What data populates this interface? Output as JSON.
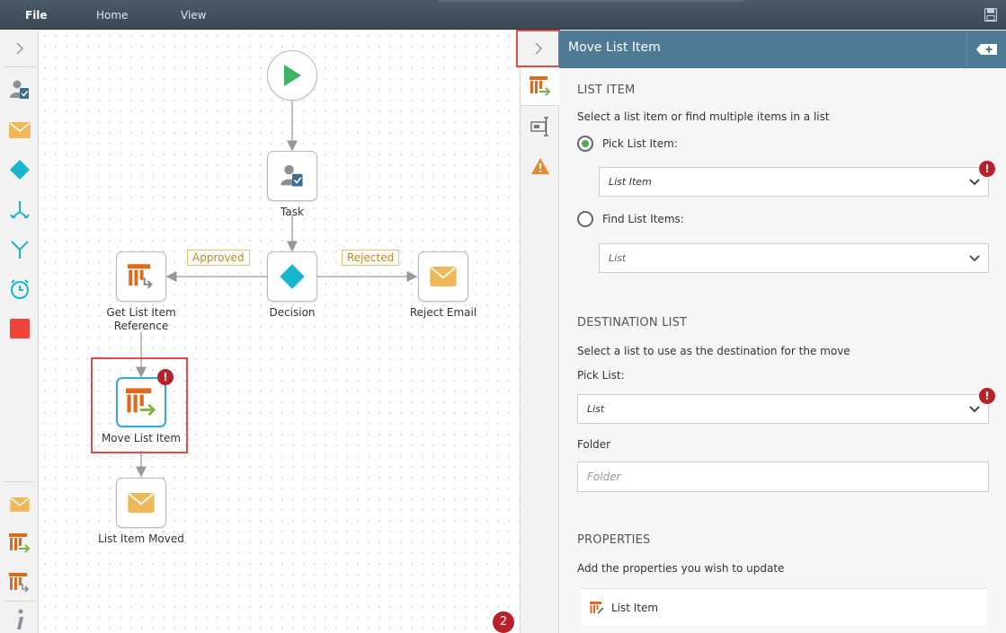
{
  "menu": {
    "file": "File",
    "home": "Home",
    "view": "View"
  },
  "canvas": {
    "nodes": {
      "task": "Task",
      "decision": "Decision",
      "reject_email": "Reject Email",
      "get_list_item_ref_line1": "Get List Item",
      "get_list_item_ref_line2": "Reference",
      "move_list_item": "Move List Item",
      "list_item_moved": "List Item Moved"
    },
    "connections": {
      "approved": "Approved",
      "rejected": "Rejected"
    },
    "error_badge": "!",
    "error_count": "2"
  },
  "panel": {
    "title": "Move List Item",
    "list_item": {
      "heading": "LIST ITEM",
      "description": "Select a list item or find multiple items in a list",
      "pick_label": "Pick List Item:",
      "pick_value": "List Item",
      "find_label": "Find List Items:",
      "find_value": "List"
    },
    "destination": {
      "heading": "DESTINATION LIST",
      "description": "Select a list to use as the destination for the move",
      "pick_list_label": "Pick List:",
      "pick_list_value": "List",
      "folder_label": "Folder",
      "folder_placeholder": "Folder"
    },
    "properties": {
      "heading": "PROPERTIES",
      "description": "Add the properties you wish to update",
      "items": [
        "List Item"
      ]
    },
    "error_badge": "!"
  },
  "colors": {
    "header_blue": "#4f7a95",
    "topbar": "#3b4954",
    "start_green": "#3cb464",
    "decision_teal": "#19b5cc",
    "mail_orange": "#efb95a",
    "list_orange": "#e06a1c",
    "error_red": "#b8202a",
    "highlight_red": "#e04a4a"
  }
}
